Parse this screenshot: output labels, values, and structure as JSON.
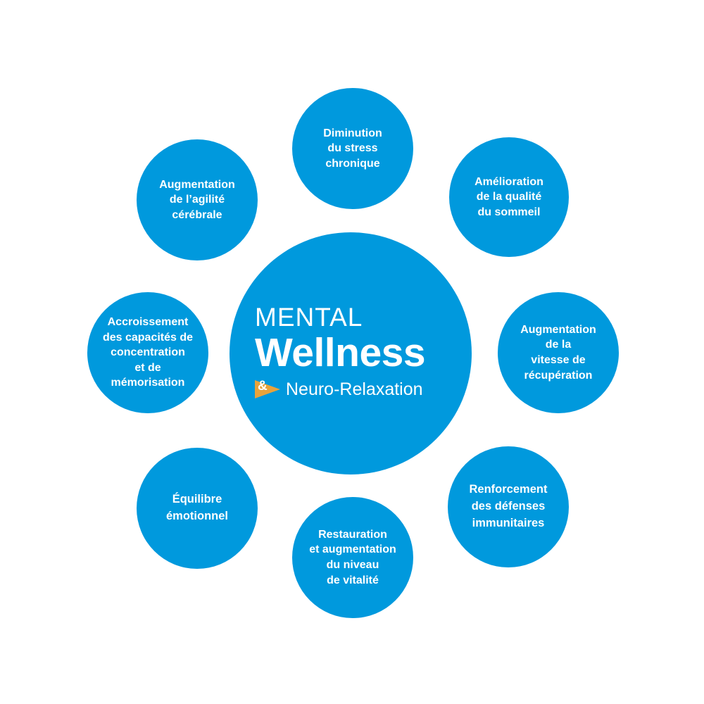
{
  "colors": {
    "bubble": "#0099dd",
    "accent_orange": "#e8a33b",
    "text": "#ffffff",
    "background": "#ffffff"
  },
  "center": {
    "line1": "MENTAL",
    "line2": "Wellness",
    "ampersand": "&",
    "line3": "Neuro-Relaxation",
    "icon": "orange-triangle-ampersand-icon"
  },
  "bubbles": {
    "top": "Diminution\ndu stress\nchronique",
    "top_right": "Amélioration\nde la qualité\ndu sommeil",
    "right": "Augmentation\nde la\nvitesse de\nrécupération",
    "bottom_right": "Renforcement\ndes défenses\nimmunitaires",
    "bottom": "Restauration\net augmentation\ndu niveau\nde vitalité",
    "bottom_left": "Équilibre\némotionnel",
    "left": "Accroissement\ndes capacités de\nconcentration\net de\nmémorisation",
    "top_left": "Augmentation\nde l’agilité\ncérébrale"
  }
}
